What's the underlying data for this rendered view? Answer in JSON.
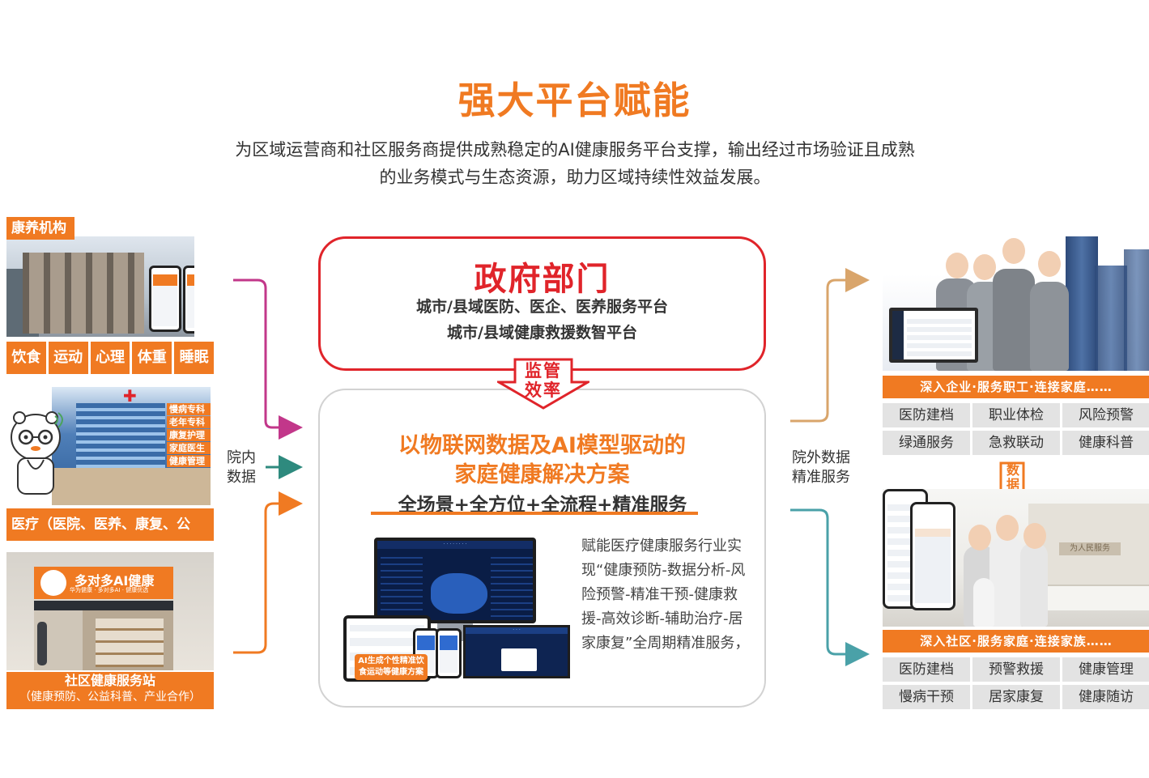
{
  "header": {
    "title": "强大平台赋能",
    "subtitle_line1": "为区域运营商和社区服务商提供成熟稳定的AI健康服务平台支撑，输出经过市场验证且成熟",
    "subtitle_line2": "的业务模式与生态资源，助力区域持续性效益发展。"
  },
  "left": {
    "tag": "康养机构",
    "categories": [
      "饮食",
      "运动",
      "心理",
      "体重",
      "睡眠"
    ],
    "hospital_labels": [
      "慢病专科",
      "老年专科",
      "康复护理",
      "家庭医生",
      "健康管理"
    ],
    "medical_bar": "医疗（医院、医养、康复、公卫、门诊）",
    "store_sign": "多对多AI健康",
    "store_sign_sub": "华为健康 · 多对多AI · 健康优选",
    "community_title": "社区健康服务站",
    "community_sub": "（健康预防、公益科普、产业合作）"
  },
  "labels": {
    "inner_data": [
      "院内",
      "数据"
    ],
    "outer_data": [
      "院外数据",
      "精准服务"
    ]
  },
  "government": {
    "title": "政府部门",
    "line1": "城市/县域医防、医企、医养服务平台",
    "line2": "城市/县域健康救援数智平台",
    "arrow_text": [
      "监管",
      "效率"
    ]
  },
  "solution": {
    "title_line1": "以物联网数据及AI模型驱动的",
    "title_line2": "家庭健康解决方案",
    "subtitle": "全场景+全方位+全流程+精准服务",
    "description": "赋能医疗健康服务行业实现“健康预防-数据分析-风险预警-精准干预-健康救援-高效诊断-辅助治疗-居家康复”全周期精准服务，",
    "badge_line1": "AI生成个性精准饮",
    "badge_line2": "食运动等健康方案"
  },
  "right": {
    "enterprise_bar": "深入企业·服务职工·连接家庭……",
    "enterprise_items": [
      "医防建档",
      "职业体检",
      "风险预警",
      "绿通服务",
      "急救联动",
      "健康科普"
    ],
    "data_arrow": "数据",
    "community_bar": "深入社区·服务家庭·连接家族……",
    "community_items": [
      "医防建档",
      "预警救援",
      "健康管理",
      "慢病干预",
      "居家康复",
      "健康随访"
    ],
    "plaque": "为人民服务"
  },
  "colors": {
    "orange": "#f07a22",
    "red": "#e0242a",
    "arrow_pink": "#c2378a",
    "arrow_teal": "#2e8a7e",
    "arrow_tan": "#d9a56b",
    "arrow_cyan": "#4aa1a8"
  }
}
